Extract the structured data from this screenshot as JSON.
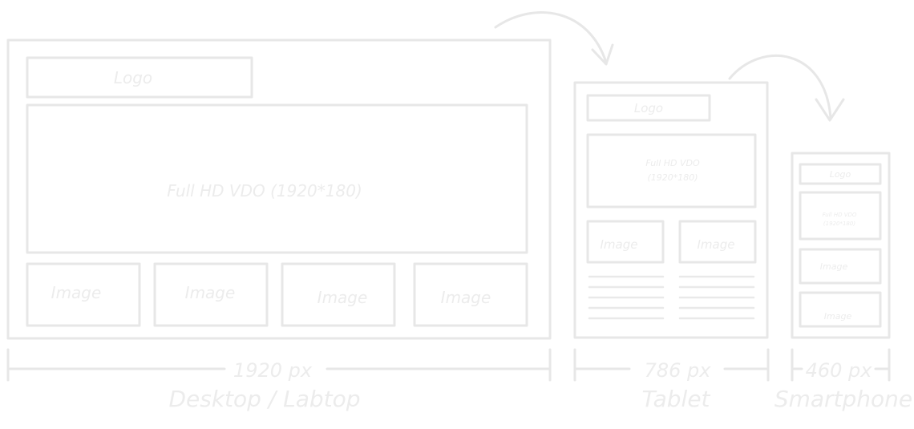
{
  "desktop": {
    "logo": "Logo",
    "video": "Full HD VDO (1920*180)",
    "images": [
      "Image",
      "Image",
      "Image",
      "Image"
    ],
    "width": "1920 px",
    "device": "Desktop / Labtop"
  },
  "tablet": {
    "logo": "Logo",
    "video_line1": "Full HD VDO",
    "video_line2": "(1920*180)",
    "images": [
      "Image",
      "Image"
    ],
    "width": "786 px",
    "device": "Tablet"
  },
  "smartphone": {
    "logo": "Logo",
    "video_line1": "Full HD VDO",
    "video_line2": "(1920*180)",
    "images": [
      "Image",
      "Image"
    ],
    "width": "460 px",
    "device": "Smartphone"
  }
}
